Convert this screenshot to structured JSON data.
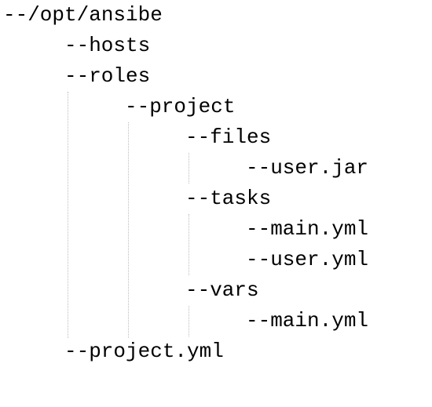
{
  "tree": {
    "lines": [
      {
        "text": "--/opt/ansibe",
        "depth": 0
      },
      {
        "text": "--hosts",
        "depth": 1
      },
      {
        "text": "--roles",
        "depth": 1
      },
      {
        "text": "--project",
        "depth": 2
      },
      {
        "text": "--files",
        "depth": 3
      },
      {
        "text": "--user.jar",
        "depth": 4
      },
      {
        "text": "--tasks",
        "depth": 3
      },
      {
        "text": "--main.yml",
        "depth": 4
      },
      {
        "text": "--user.yml",
        "depth": 4
      },
      {
        "text": "--vars",
        "depth": 3
      },
      {
        "text": "--main.yml",
        "depth": 4
      },
      {
        "text": "--project.yml",
        "depth": 1
      }
    ]
  }
}
